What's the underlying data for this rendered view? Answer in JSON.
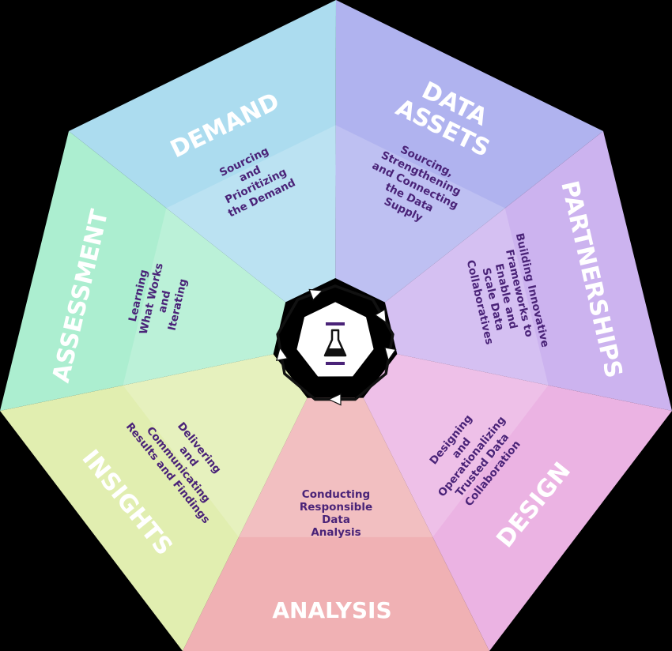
{
  "center": {
    "icon": "flask-icon"
  },
  "segments": [
    {
      "key": "demand",
      "title": [
        "DEMAND"
      ],
      "description": [
        "Sourcing",
        "and",
        "Prioritizing",
        "the Demand"
      ],
      "color": "#b0b3ef"
    },
    {
      "key": "data-assets",
      "title": [
        "DATA",
        "ASSETS"
      ],
      "description": [
        "Sourcing,",
        "Strengthening",
        "and Connecting",
        "the Data",
        "Supply"
      ],
      "color": "#ccb3ef"
    },
    {
      "key": "partnerships",
      "title": [
        "PARTNERSHIPS"
      ],
      "description": [
        "Building Innovative",
        "Frameworks to",
        "Enable and",
        "Scale Data",
        "Collaboratives"
      ],
      "color": "#ebb3e3"
    },
    {
      "key": "design",
      "title": [
        "DESIGN"
      ],
      "description": [
        "Designing",
        "and",
        "Operationalizing",
        "Trusted Data",
        "Collaboration"
      ],
      "color": "#f0b1b4"
    },
    {
      "key": "analysis",
      "title": [
        "ANALYSIS"
      ],
      "description": [
        "Conducting",
        "Responsible",
        "Data",
        "Analysis"
      ],
      "color": "#e1eeb0"
    },
    {
      "key": "insights",
      "title": [
        "INSIGHTS"
      ],
      "description": [
        "Delivering",
        "and",
        "Communicating",
        "Results and Findings"
      ],
      "color": "#aceed0"
    },
    {
      "key": "assessment",
      "title": [
        "ASSESSMENT"
      ],
      "description": [
        "Learning",
        "What Works",
        "and",
        "Iterating"
      ],
      "color": "#acdcef"
    }
  ]
}
